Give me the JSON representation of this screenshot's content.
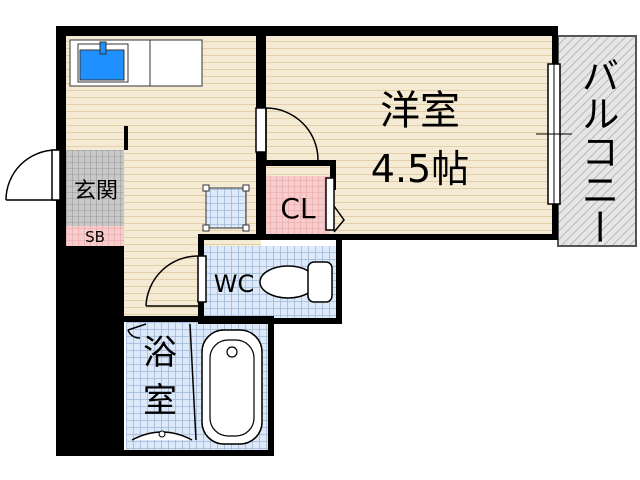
{
  "rooms": {
    "western_room": {
      "name": "洋室",
      "size": "4.5帖"
    },
    "balcony": {
      "name": "バルコニー"
    },
    "closet": {
      "name": "CL"
    },
    "entrance": {
      "name": "玄関",
      "shoe_box": "SB"
    },
    "toilet": {
      "name": "WC"
    },
    "bathroom": {
      "name_top": "浴",
      "name_bottom": "室"
    }
  },
  "colors": {
    "wall": "#000000",
    "floor_stripe": "#f5ebd5",
    "floor_line": "#e4d0a8",
    "wet_area_tile": "#dde9f8",
    "wet_area_grid": "#9fb7d6",
    "closet_fill": "#f7cccc",
    "shoe_box_fill": "#f7cccc",
    "entrance_tile": "#c8c8c8",
    "balcony_hatch": "#b8b8b8",
    "sink": "#1e90ff"
  }
}
